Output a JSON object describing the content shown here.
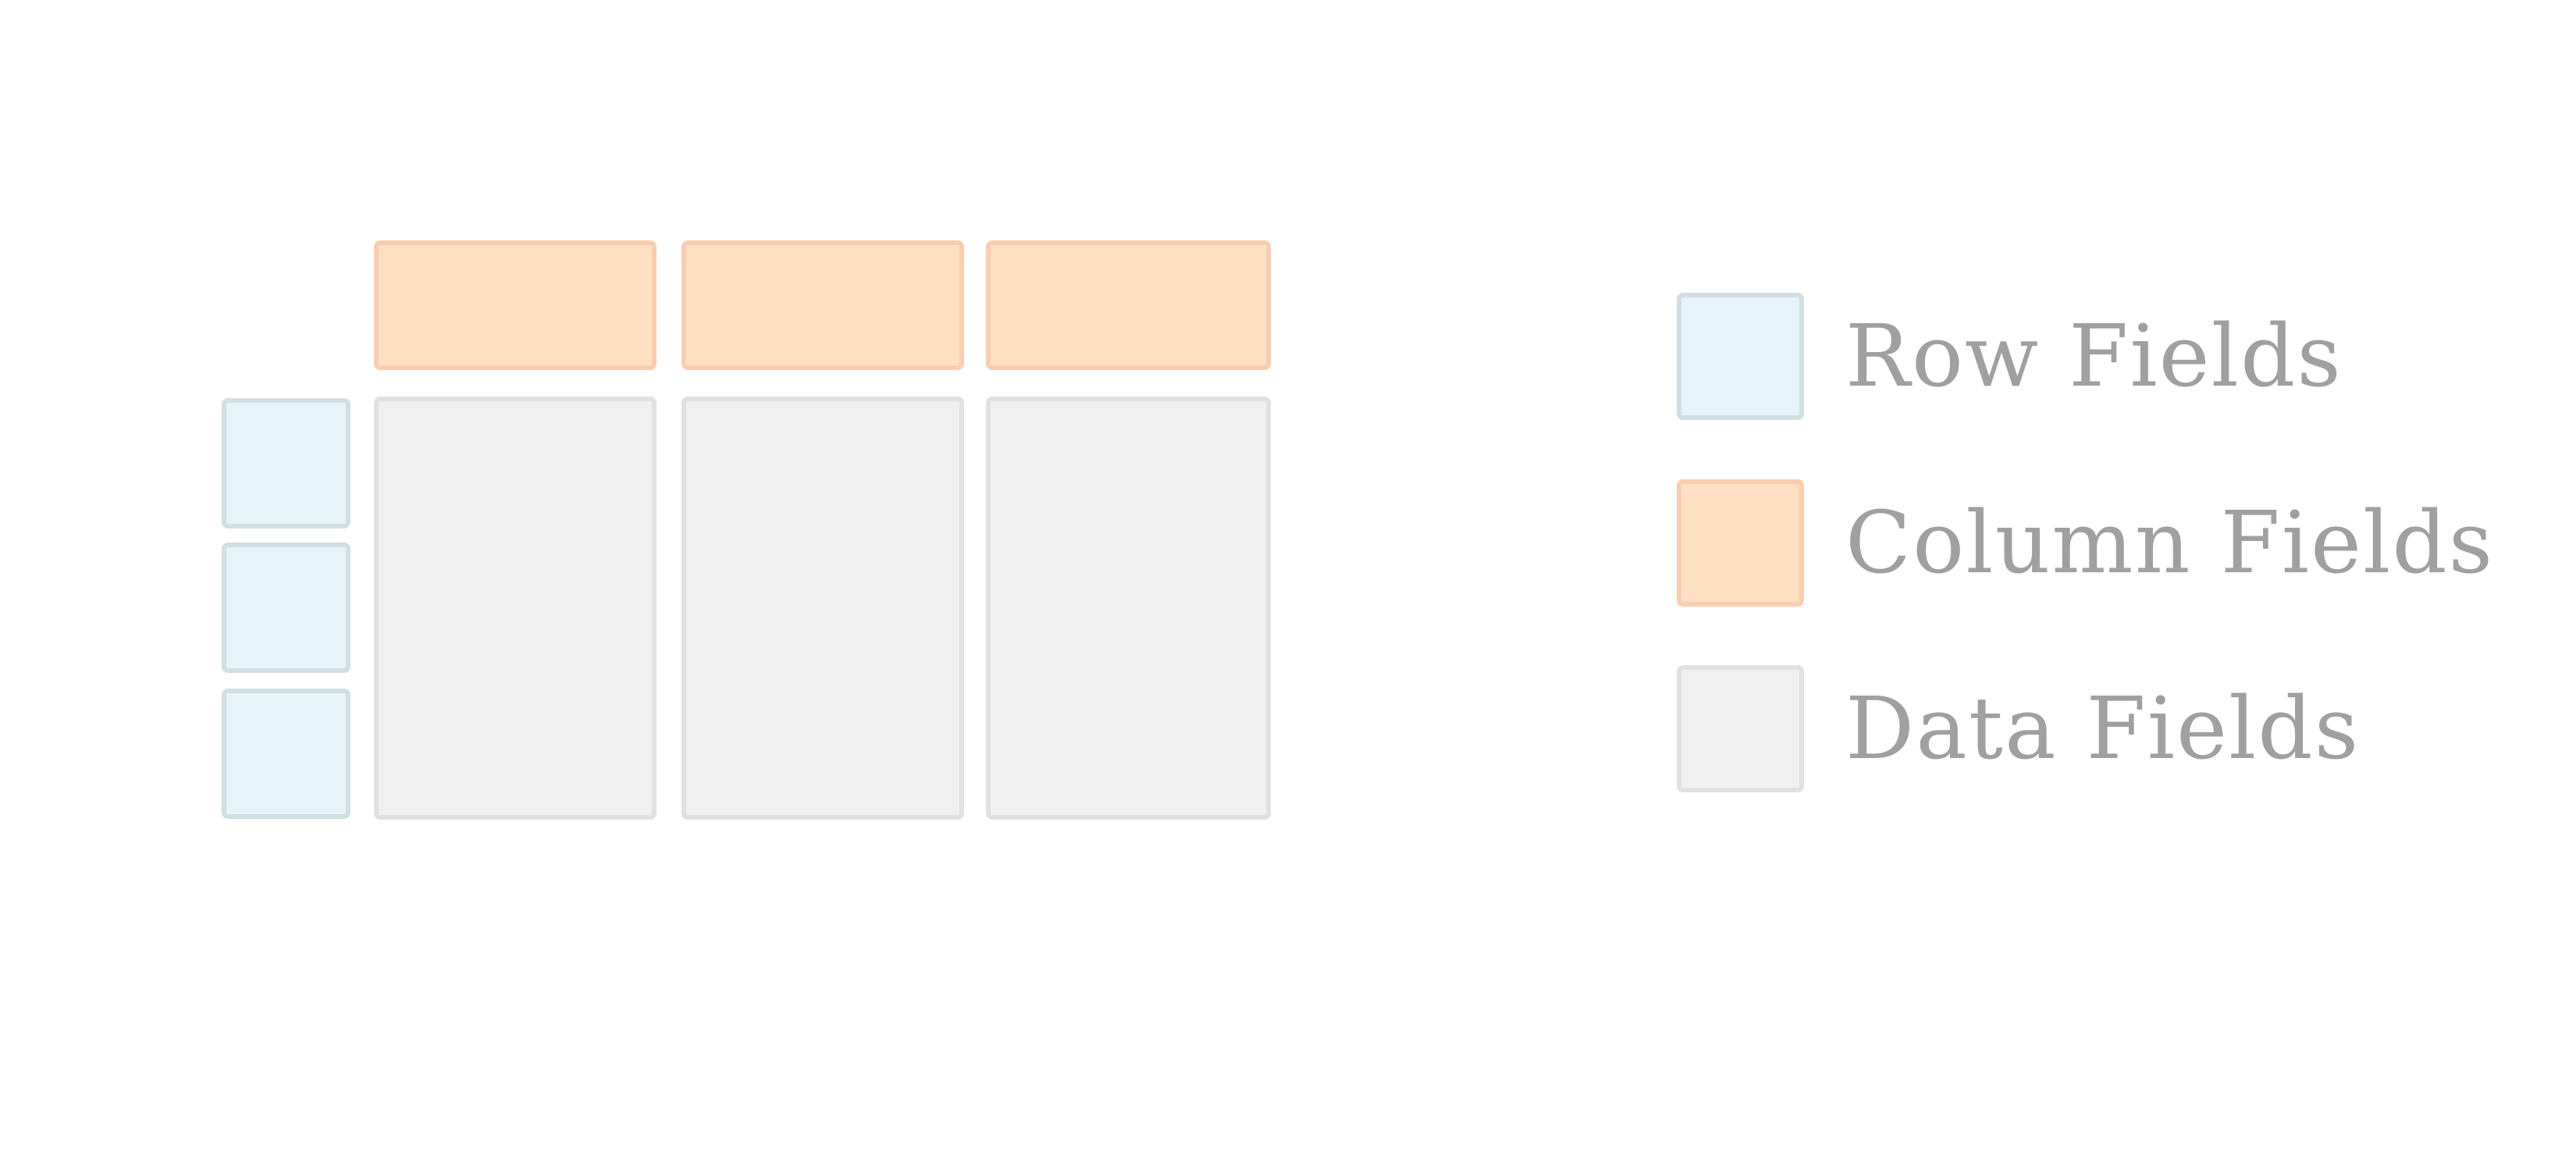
{
  "diagram": {
    "title": "",
    "columns_header": [
      "",
      "",
      ""
    ],
    "row_headers": [
      "",
      "",
      ""
    ],
    "data_columns": [
      "",
      "",
      ""
    ]
  },
  "legend": {
    "items": [
      {
        "label": "Row Fields",
        "fill": "#e6f3f8",
        "border": "#d0dfe2",
        "kind": "row"
      },
      {
        "label": "Column Fields",
        "fill": "#fddfc4",
        "border": "#fbcdb0",
        "kind": "column"
      },
      {
        "label": "Data Fields",
        "fill": "#f0f0f0",
        "border": "#e1e1e1",
        "kind": "data"
      }
    ]
  },
  "colors": {
    "text": "#a0a0a0",
    "background": "#ffffff"
  }
}
